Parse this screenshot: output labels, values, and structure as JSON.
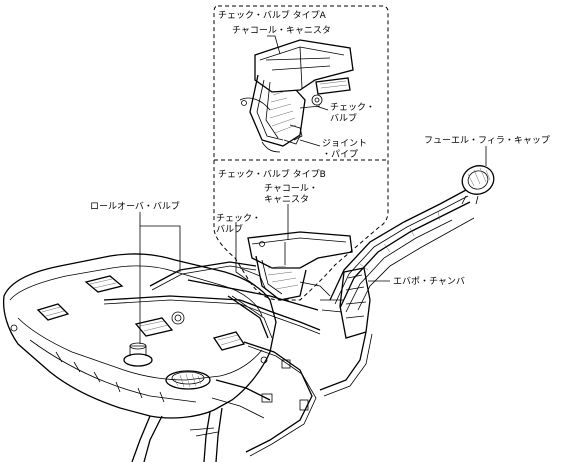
{
  "inset_a": {
    "title": "チェック・バルブ タイプA",
    "canister_label": "チャコール・キャニスタ",
    "check_valve_label_1": "チェック・",
    "check_valve_label_2": "バルブ",
    "joint_pipe_label_1": "ジョイント",
    "joint_pipe_label_2": "・パイプ"
  },
  "inset_b": {
    "title": "チェック・バルブ タイプB",
    "canister_label_1": "チャコール・",
    "canister_label_2": "キャニスタ",
    "check_valve_label_1": "チェック・",
    "check_valve_label_2": "バルブ"
  },
  "main": {
    "rollover_valve_label": "ロールオーバ・バルブ",
    "fuel_filler_cap_label": "フューエル・フィラ・キャップ",
    "evap_chamber_label": "エバポ・チャンバ"
  }
}
